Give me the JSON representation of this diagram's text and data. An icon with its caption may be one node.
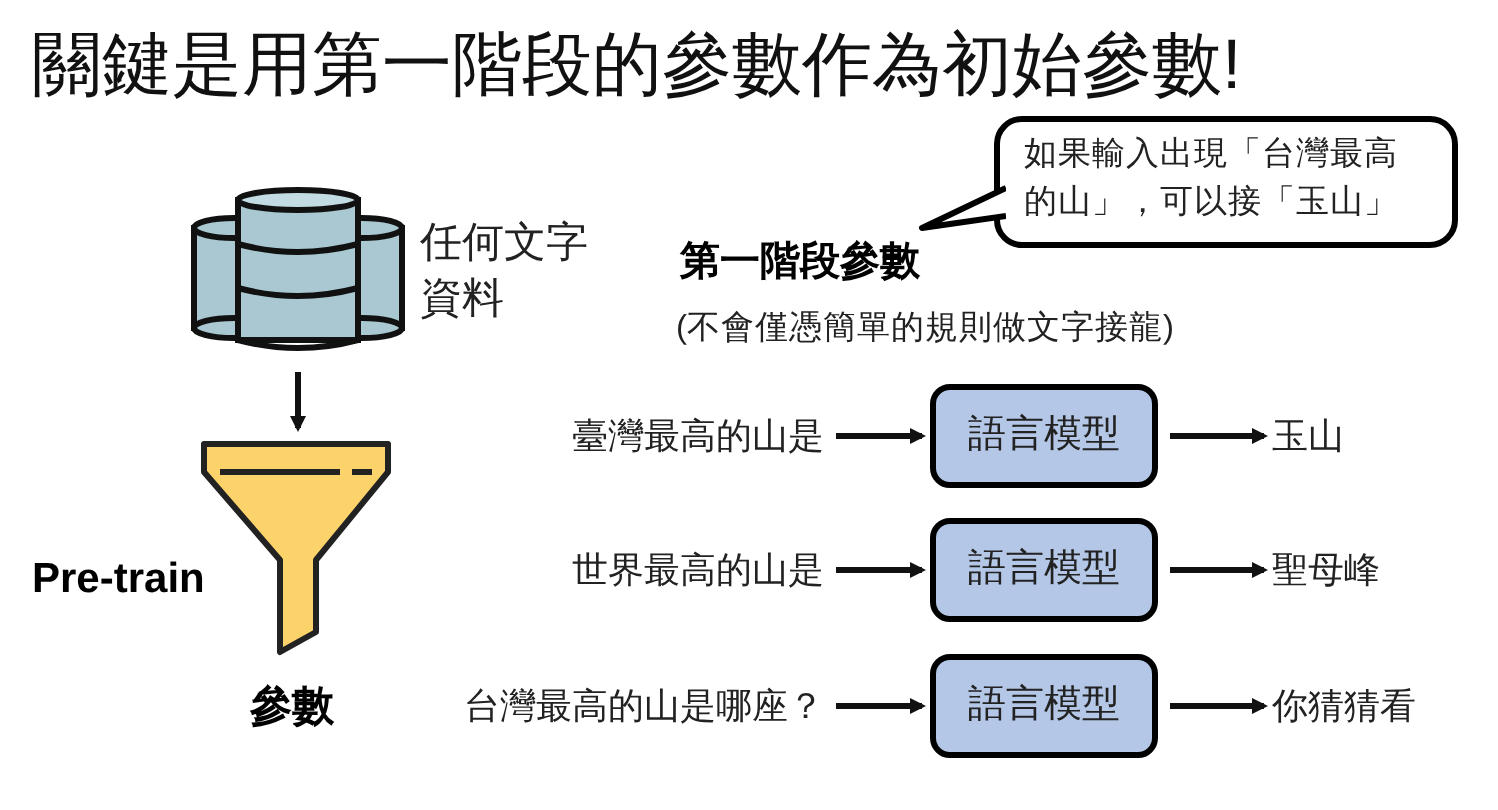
{
  "diagram": {
    "title": "關鍵是用第一階段的參數作為初始參數!",
    "nodes": [
      {
        "text": [],
        "shape": "cylinder",
        "beside": [
          "任何文字資料"
        ]
      },
      {
        "text": [
          "如果輸入出現「台灣最高的山」，可以接「玉山」"
        ]
      },
      {
        "text": [],
        "shape": "picture",
        "beside": [
          "Pre-train",
          "參數"
        ]
      },
      {
        "text": [
          "臺灣最高的山是"
        ]
      },
      {
        "text": [
          "語言模型"
        ]
      },
      {
        "text": [
          "玉山"
        ]
      },
      {
        "text": [
          "世界最高的山是"
        ]
      },
      {
        "text": [
          "語言模型"
        ]
      },
      {
        "text": [
          "聖母峰"
        ]
      },
      {
        "text": [
          "台灣最高的山是哪座？"
        ]
      },
      {
        "text": [
          "語言模型"
        ]
      },
      {
        "text": [
          "你猜猜看"
        ]
      }
    ],
    "edges": [
      {
        "from": 0,
        "to": 2,
        "arrow": "to"
      },
      {
        "from": 3,
        "to": 4,
        "arrow": "to"
      },
      {
        "from": 4,
        "to": 5,
        "arrow": "to"
      },
      {
        "from": 6,
        "to": 7,
        "arrow": "to"
      },
      {
        "from": 7,
        "to": 8,
        "arrow": "to"
      },
      {
        "from": 9,
        "to": 10,
        "arrow": "to"
      },
      {
        "from": 10,
        "to": 11,
        "arrow": "to"
      }
    ],
    "labels": [
      "第一階段參數",
      "(不會僅憑簡單的規則做文字接龍)"
    ]
  }
}
